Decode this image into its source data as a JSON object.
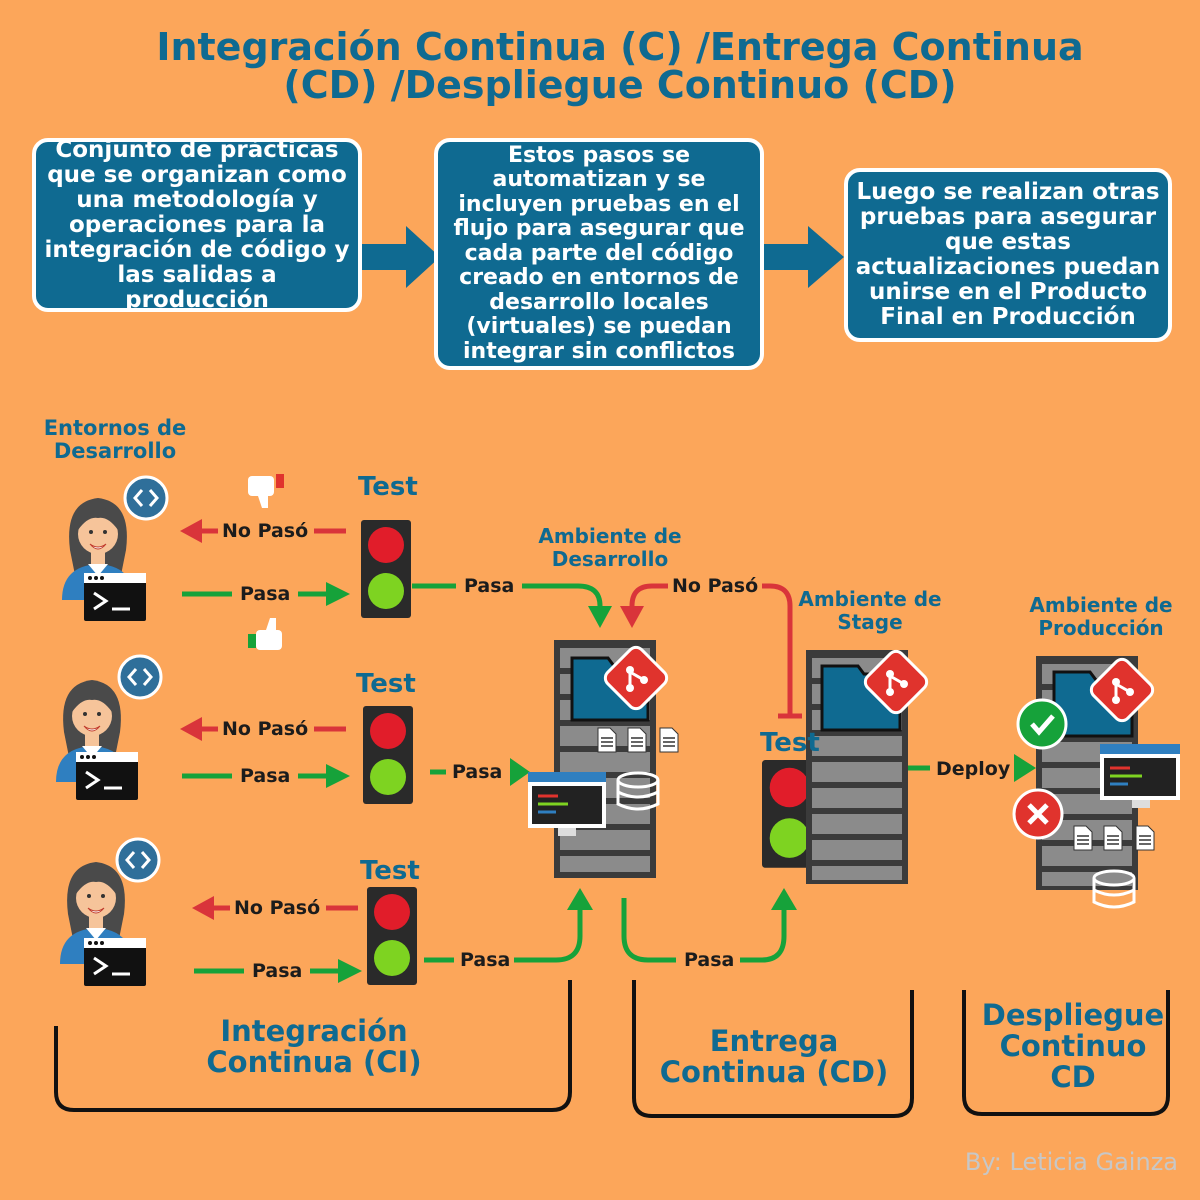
{
  "title": {
    "line1": "Integración Continua (C) /Entrega Continua",
    "line2": "(CD) /Despliegue Continuo (CD)"
  },
  "boxes": {
    "box1": "Conjunto de prácticas que se organizan como una metodología y operaciones para la integración de código y las salidas a producción",
    "box2": "Estos pasos se automatizan y se incluyen pruebas en el flujo para asegurar que cada parte del código creado en entornos de desarrollo locales (virtuales) se puedan integrar sin conflictos",
    "box3": "Luego  se realizan otras pruebas para asegurar que estas actualizaciones puedan unirse en el Producto Final en Producción"
  },
  "labels": {
    "dev_envs": "Entornos de Desarrollo",
    "test": "Test",
    "no_paso": "No Pasó",
    "pasa": "Pasa",
    "deploy": "Deploy",
    "env_dev": "Ambiente de Desarrollo",
    "env_stage": "Ambiente de Stage",
    "env_prod": "Ambiente de Producción"
  },
  "phases": {
    "ci": "Integración Continua (CI)",
    "cd1": "Entrega Continua (CD)",
    "cd2": "Despliegue Continuo CD"
  },
  "credit": "By: Leticia Gainza",
  "icons": [
    "developer-avatar-icon",
    "code-brackets-icon",
    "terminal-icon",
    "traffic-light-icon",
    "thumbs-down-icon",
    "thumbs-up-icon",
    "server-rack-icon",
    "git-icon",
    "database-icon",
    "document-icon",
    "check-icon",
    "cross-icon"
  ],
  "colors": {
    "background": "#fca65a",
    "brand_blue": "#0f6a91",
    "pass_green": "#16a23a",
    "fail_red": "#d9343a",
    "light_green": "#7ed321",
    "light_red": "#e11d2a"
  }
}
